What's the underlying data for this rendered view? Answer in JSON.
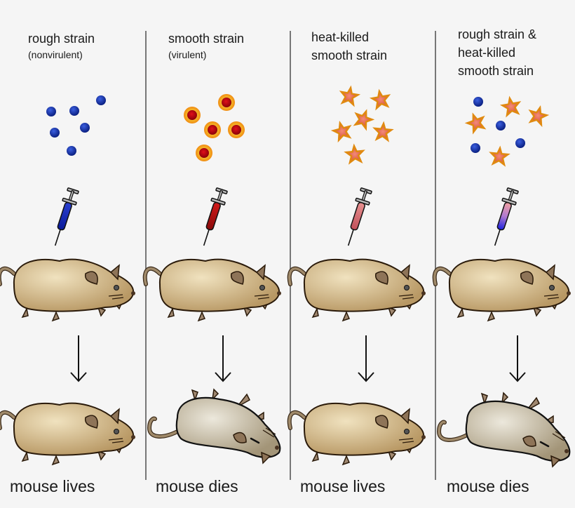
{
  "columns": [
    {
      "title_lines": [
        "rough strain"
      ],
      "subtitle": "(nonvirulent)",
      "syringe": "blue",
      "bacteria": "rough",
      "outcome": "mouse lives",
      "result": "alive"
    },
    {
      "title_lines": [
        "smooth strain"
      ],
      "subtitle": "(virulent)",
      "syringe": "red",
      "bacteria": "smooth",
      "outcome": "mouse dies",
      "result": "dead"
    },
    {
      "title_lines": [
        "heat-killed",
        "smooth strain"
      ],
      "subtitle": "",
      "syringe": "pink",
      "bacteria": "heat-killed",
      "outcome": "mouse lives",
      "result": "alive"
    },
    {
      "title_lines": [
        "rough strain &",
        "heat-killed",
        "smooth strain"
      ],
      "subtitle": "",
      "syringe": "mixed",
      "bacteria": "mixed",
      "outcome": "mouse dies",
      "result": "dead"
    }
  ],
  "colors": {
    "rough_cell": "#1a3aa8",
    "smooth_cell_core": "#c4000c",
    "smooth_cell_capsule": "#f5a623",
    "heat_killed_star": "#e8735a",
    "mouse_alive": "#c9ad7e",
    "mouse_dead": "#b3a993",
    "divider": "#777777"
  }
}
